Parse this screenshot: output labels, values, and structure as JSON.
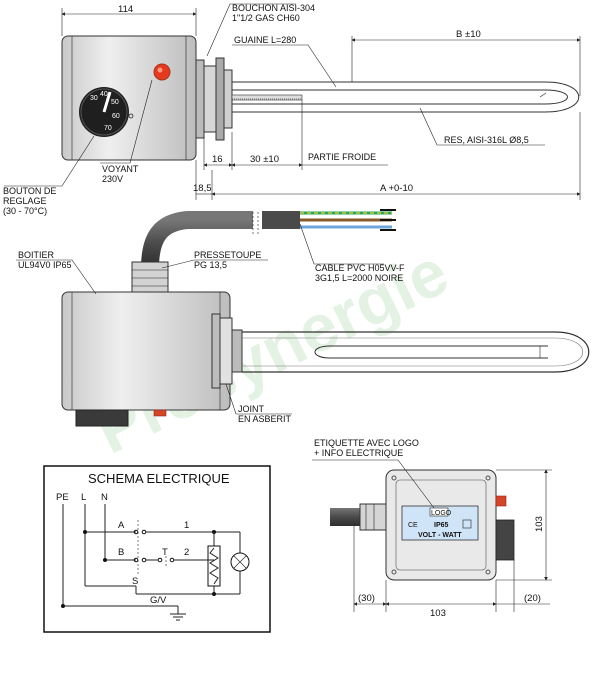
{
  "watermark": "Prosynergie",
  "top_view": {
    "dim_114": "114",
    "bouchon_line1": "BOUCHON AISI-304",
    "bouchon_line2": "1\"1/2 GAS  CH60",
    "guaine": "GUAINE L=280",
    "b_dim": "B ±10",
    "res": "RES, AISI-316L Ø8,5",
    "dim_16": "16",
    "dim_30": "30 ±10",
    "partie_froide": "PARTIE FROIDE",
    "voyant_line1": "VOYANT",
    "voyant_line2": "230V",
    "bouton_line1": "BOUTON DE",
    "bouton_line2": "REGLAGE",
    "bouton_line3": "(30 - 70°C)",
    "dim_18_5": "18,5",
    "a_dim": "A +0-10",
    "dial_marks": [
      "30",
      "40",
      "50",
      "60",
      "70"
    ]
  },
  "side_view": {
    "boitier_line1": "BOITIER",
    "boitier_line2": "UL94V0 IP65",
    "presse_line1": "PRESSETOUPE",
    "presse_line2": "PG 13,5",
    "cable_line1": "CABLE PVC H05VV-F",
    "cable_line2": "3G1,5 L=2000 NOIRE",
    "joint_line1": "JOINT",
    "joint_line2": "EN ASBERIT"
  },
  "schema": {
    "title": "SCHEMA ELECTRIQUE",
    "pe": "PE",
    "l": "L",
    "n": "N",
    "a": "A",
    "b": "B",
    "s": "S",
    "t": "T",
    "one": "1",
    "two": "2",
    "gv": "G/V"
  },
  "box_view": {
    "etiquette_line1": "ETIQUETTE AVEC LOGO",
    "etiquette_line2": "+ INFO ELECTRIQUE",
    "logo": "LOGO",
    "ce": "CE",
    "ip65": "IP65",
    "volt_watt": "VOLT - WATT",
    "dim_103_h": "103",
    "dim_103_v": "103",
    "dim_30": "(30)",
    "dim_20": "(20)"
  }
}
